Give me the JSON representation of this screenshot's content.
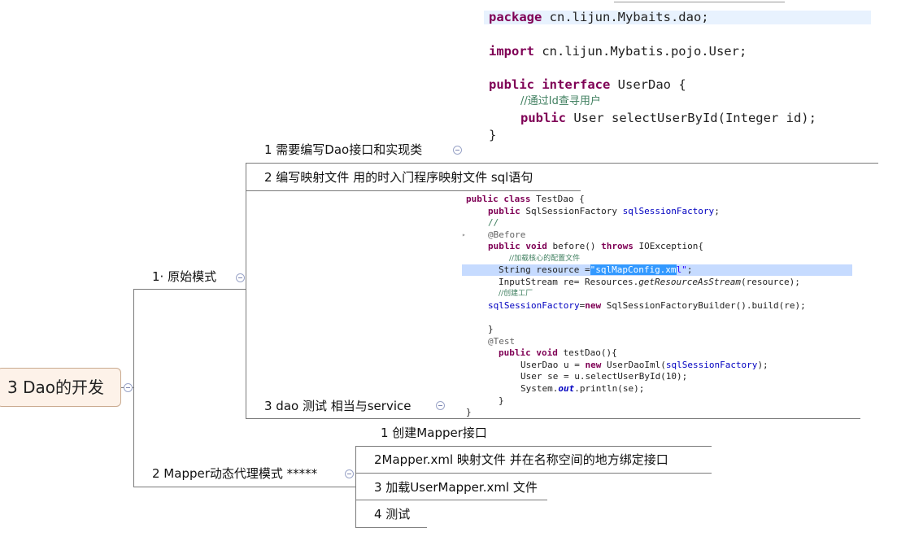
{
  "root": {
    "label": "3 Dao的开发"
  },
  "branches": [
    {
      "label": "1· 原始模式",
      "children": [
        {
          "label": "1 需要编写Dao接口和实现类"
        },
        {
          "label": "2 编写映射文件  用的时入门程序映射文件  sql语句"
        },
        {
          "label": "3  dao 测试  相当与service"
        }
      ]
    },
    {
      "label": "2 Mapper动态代理模式 *****",
      "children": [
        {
          "label": "1 创建Mapper接口"
        },
        {
          "label": "2Mapper.xml 映射文件 并在名称空间的地方绑定接口"
        },
        {
          "label": "3 加载UserMapper.xml  文件"
        },
        {
          "label": "4  测试"
        }
      ]
    }
  ],
  "code_userdao": {
    "line1_kw": "package",
    "line1_rest": " cn.lijun.Mybaits.dao;",
    "line2_kw": "import",
    "line2_rest": " cn.lijun.Mybatis.pojo.User;",
    "line3_kw1": "public",
    "line3_kw2": "interface",
    "line3_rest": " UserDao {",
    "line4_comment": "//通过Id查寻用户",
    "line5_kw": "public",
    "line5_rest": " User selectUserById(Integer id);",
    "line6": "}"
  },
  "code_testdao": {
    "l1_kw": "public class",
    "l1_rest": " TestDao {",
    "l2_kw": "public",
    "l2_type": " SqlSessionFactory ",
    "l2_field": "sqlSessionFactory",
    "l2_end": ";",
    "l3": "//",
    "l4": "@Before",
    "l5_kw1": "public void",
    "l5_mid": " before() ",
    "l5_kw2": "throws",
    "l5_rest": " IOException{",
    "l6": "//加载核心的配置文件",
    "l7_pre": "String resource =",
    "l7_sel": "\"sqlMapConfig.xm",
    "l7_str": "l\"",
    "l7_end": ";",
    "l8_pre": "InputStream re= Resources.",
    "l8_it": "getResourceAsStream",
    "l8_end": "(resource);",
    "l9": "//创建工厂",
    "l10_field": "sqlSessionFactory",
    "l10_eq": "=",
    "l10_kw": "new",
    "l10_rest": " SqlSessionFactoryBuilder().build(re);",
    "l11": "}",
    "l12": "@Test",
    "l13_kw": "public void",
    "l13_rest": " testDao(){",
    "l14_pre": "UserDao u = ",
    "l14_kw": "new",
    "l14_mid": " UserDaoIml(",
    "l14_field": "sqlSessionFactory",
    "l14_end": ");",
    "l15": "User se = u.selectUserById(10);",
    "l16_pre": "System.",
    "l16_out": "out",
    "l16_end": ".println(se);",
    "l17": "}",
    "l18": "}"
  },
  "colors": {
    "root_fill": "#fdf2e9",
    "root_border": "#c9a98e",
    "connector": "#7a7a7a"
  }
}
